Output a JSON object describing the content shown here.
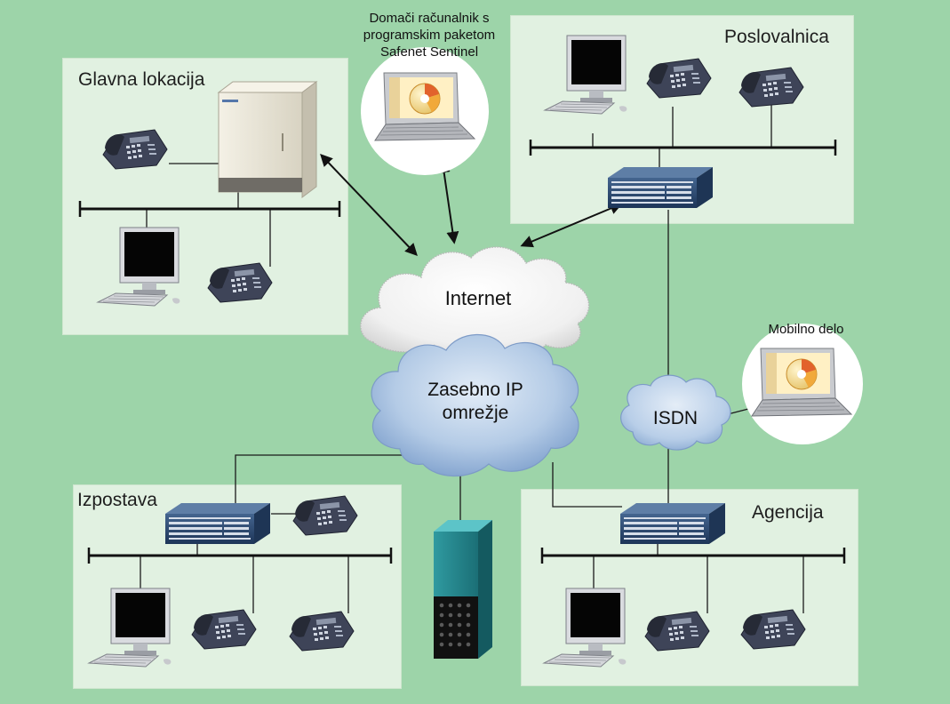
{
  "locations": {
    "main": "Glavna lokacija",
    "branch_office": "Poslovalnica",
    "outpost": "Izpostava",
    "agency": "Agencija"
  },
  "home_computer": {
    "line1": "Domači računalnik s",
    "line2": "programskim paketom",
    "line3": "Safenet Sentinel"
  },
  "mobile": "Mobilno delo",
  "clouds": {
    "internet": "Internet",
    "private_line1": "Zasebno IP",
    "private_line2": "omrežje",
    "isdn": "ISDN"
  },
  "colors": {
    "background": "#9dd4a9",
    "panel": "#e1f1e1",
    "private_cloud": "#a8c3e2",
    "internet_cloud": "#f4f4f4"
  }
}
